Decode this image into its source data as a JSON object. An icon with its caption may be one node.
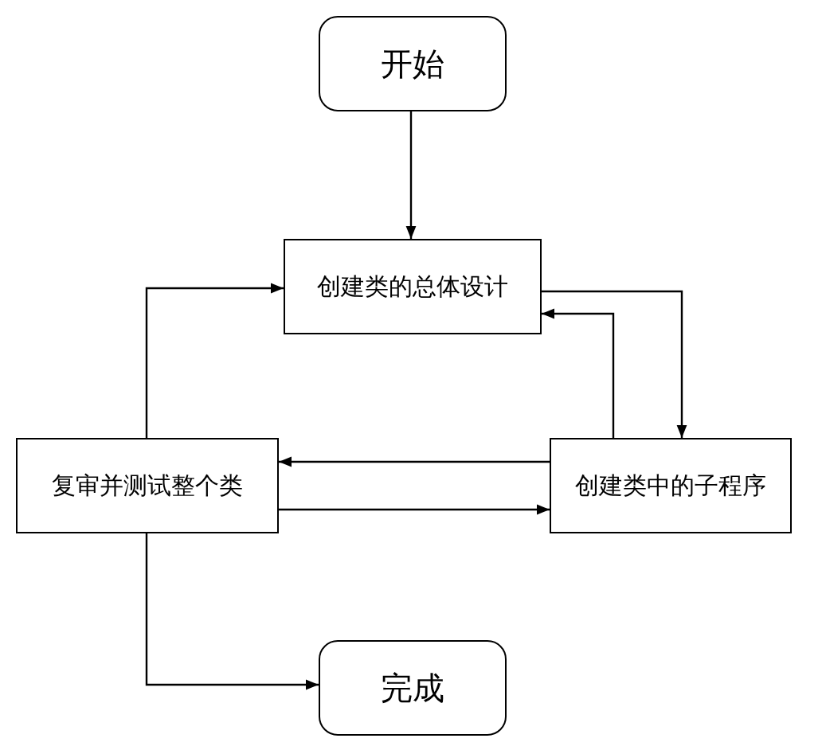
{
  "diagram": {
    "nodes": [
      {
        "text": [
          "开始"
        ]
      },
      {
        "text": [
          "创建类的总体设计"
        ]
      },
      {
        "text": [
          "复审并测试整个类"
        ]
      },
      {
        "text": [
          "创建类中的子程序"
        ]
      },
      {
        "text": [
          "完成"
        ]
      }
    ],
    "edges": [
      {
        "from": 0,
        "to": 1,
        "arrow": "to"
      },
      {
        "from": 1,
        "to": 3,
        "arrow": "to"
      },
      {
        "from": 3,
        "to": 1,
        "arrow": "to"
      },
      {
        "from": 2,
        "to": 1,
        "arrow": "to"
      },
      {
        "from": 3,
        "to": 2,
        "arrow": "to"
      },
      {
        "from": 2,
        "to": 3,
        "arrow": "to"
      },
      {
        "from": 2,
        "to": 4,
        "arrow": "to"
      }
    ]
  }
}
